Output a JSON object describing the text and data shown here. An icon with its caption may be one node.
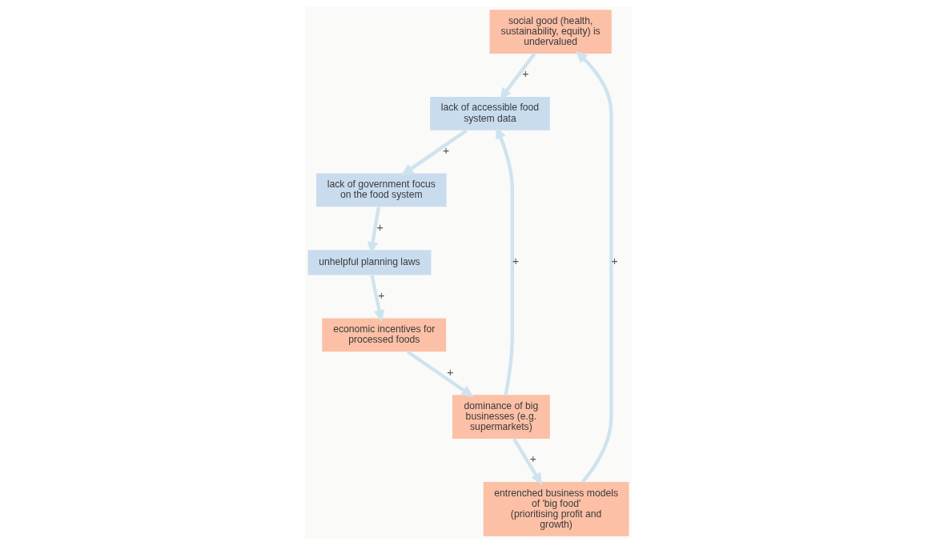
{
  "diagram": {
    "nodes": [
      {
        "text": [
          "social good (health, sustainability, equity) is undervalued"
        ]
      },
      {
        "text": [
          "lack of accessible food system data"
        ]
      },
      {
        "text": [
          "entrenched business models of 'big food' (prioritising profit and growth)"
        ]
      },
      {
        "text": [
          "lack of government focus on the food system"
        ]
      },
      {
        "text": [
          "dominance of big businesses (e.g. supermarkets)"
        ]
      },
      {
        "text": [
          "economic incentives for processed foods"
        ]
      },
      {
        "text": [
          "unhelpful planning laws"
        ]
      }
    ],
    "edges": [
      {
        "from": 0,
        "to": 1,
        "arrow": "to",
        "label": "+"
      },
      {
        "from": 1,
        "to": 3,
        "arrow": "to",
        "label": "+"
      },
      {
        "from": 3,
        "to": 6,
        "arrow": "to",
        "label": "+"
      },
      {
        "from": 6,
        "to": 5,
        "arrow": "to",
        "label": "+"
      },
      {
        "from": 5,
        "to": 4,
        "arrow": "to",
        "label": "+"
      },
      {
        "from": 4,
        "to": 1,
        "arrow": "to",
        "label": "+"
      },
      {
        "from": 4,
        "to": 2,
        "arrow": "to",
        "label": "+"
      },
      {
        "from": 2,
        "to": 0,
        "arrow": "to",
        "label": "+"
      }
    ]
  }
}
